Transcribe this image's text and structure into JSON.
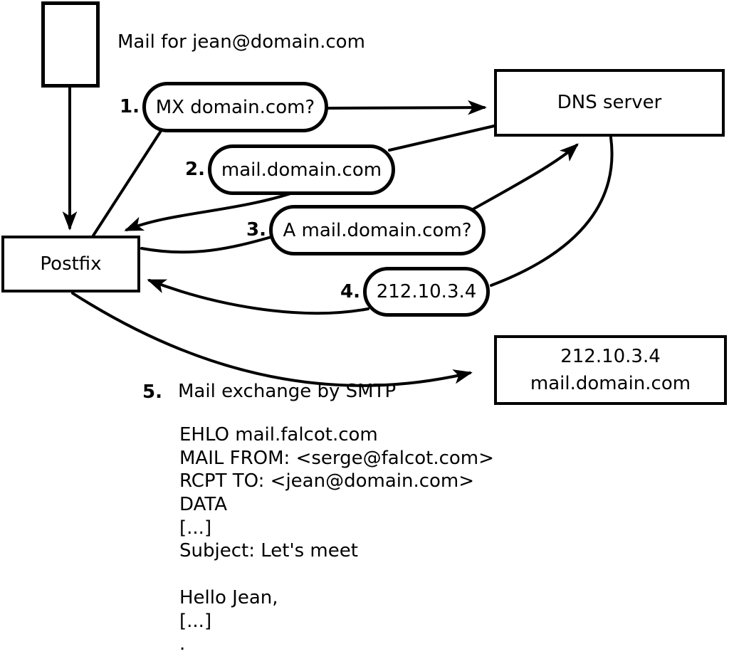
{
  "colors": {
    "ink": "#000000",
    "background": "#ffffff"
  },
  "caption": "Mail for jean@domain.com",
  "nodes": {
    "postfix": "Postfix",
    "dns_server": "DNS server",
    "mail_server_line1": "212.10.3.4",
    "mail_server_line2": "mail.domain.com"
  },
  "steps": [
    {
      "num": "1.",
      "label": "MX domain.com?"
    },
    {
      "num": "2.",
      "label": "mail.domain.com"
    },
    {
      "num": "3.",
      "label": "A mail.domain.com?"
    },
    {
      "num": "4.",
      "label": "212.10.3.4"
    },
    {
      "num": "5.",
      "label": "Mail exchange by SMTP"
    }
  ],
  "arrows": [
    {
      "step": 1,
      "from": "postfix",
      "to": "dns-server",
      "via": "MX domain.com?"
    },
    {
      "step": 2,
      "from": "dns-server",
      "to": "postfix",
      "via": "mail.domain.com"
    },
    {
      "step": 3,
      "from": "postfix",
      "to": "dns-server",
      "via": "A mail.domain.com?"
    },
    {
      "step": 4,
      "from": "dns-server",
      "to": "postfix",
      "via": "212.10.3.4"
    },
    {
      "step": 5,
      "from": "postfix",
      "to": "mail-server",
      "via": "Mail exchange by SMTP"
    },
    {
      "step": 0,
      "from": "mail-envelope",
      "to": "postfix",
      "via": "Mail for jean@domain.com"
    }
  ],
  "smtp_session": [
    "EHLO mail.falcot.com",
    "MAIL FROM: <serge@falcot.com>",
    "RCPT TO: <jean@domain.com>",
    "DATA",
    "[...]",
    "Subject: Let's meet",
    "",
    "Hello Jean,",
    "[...]",
    "."
  ]
}
